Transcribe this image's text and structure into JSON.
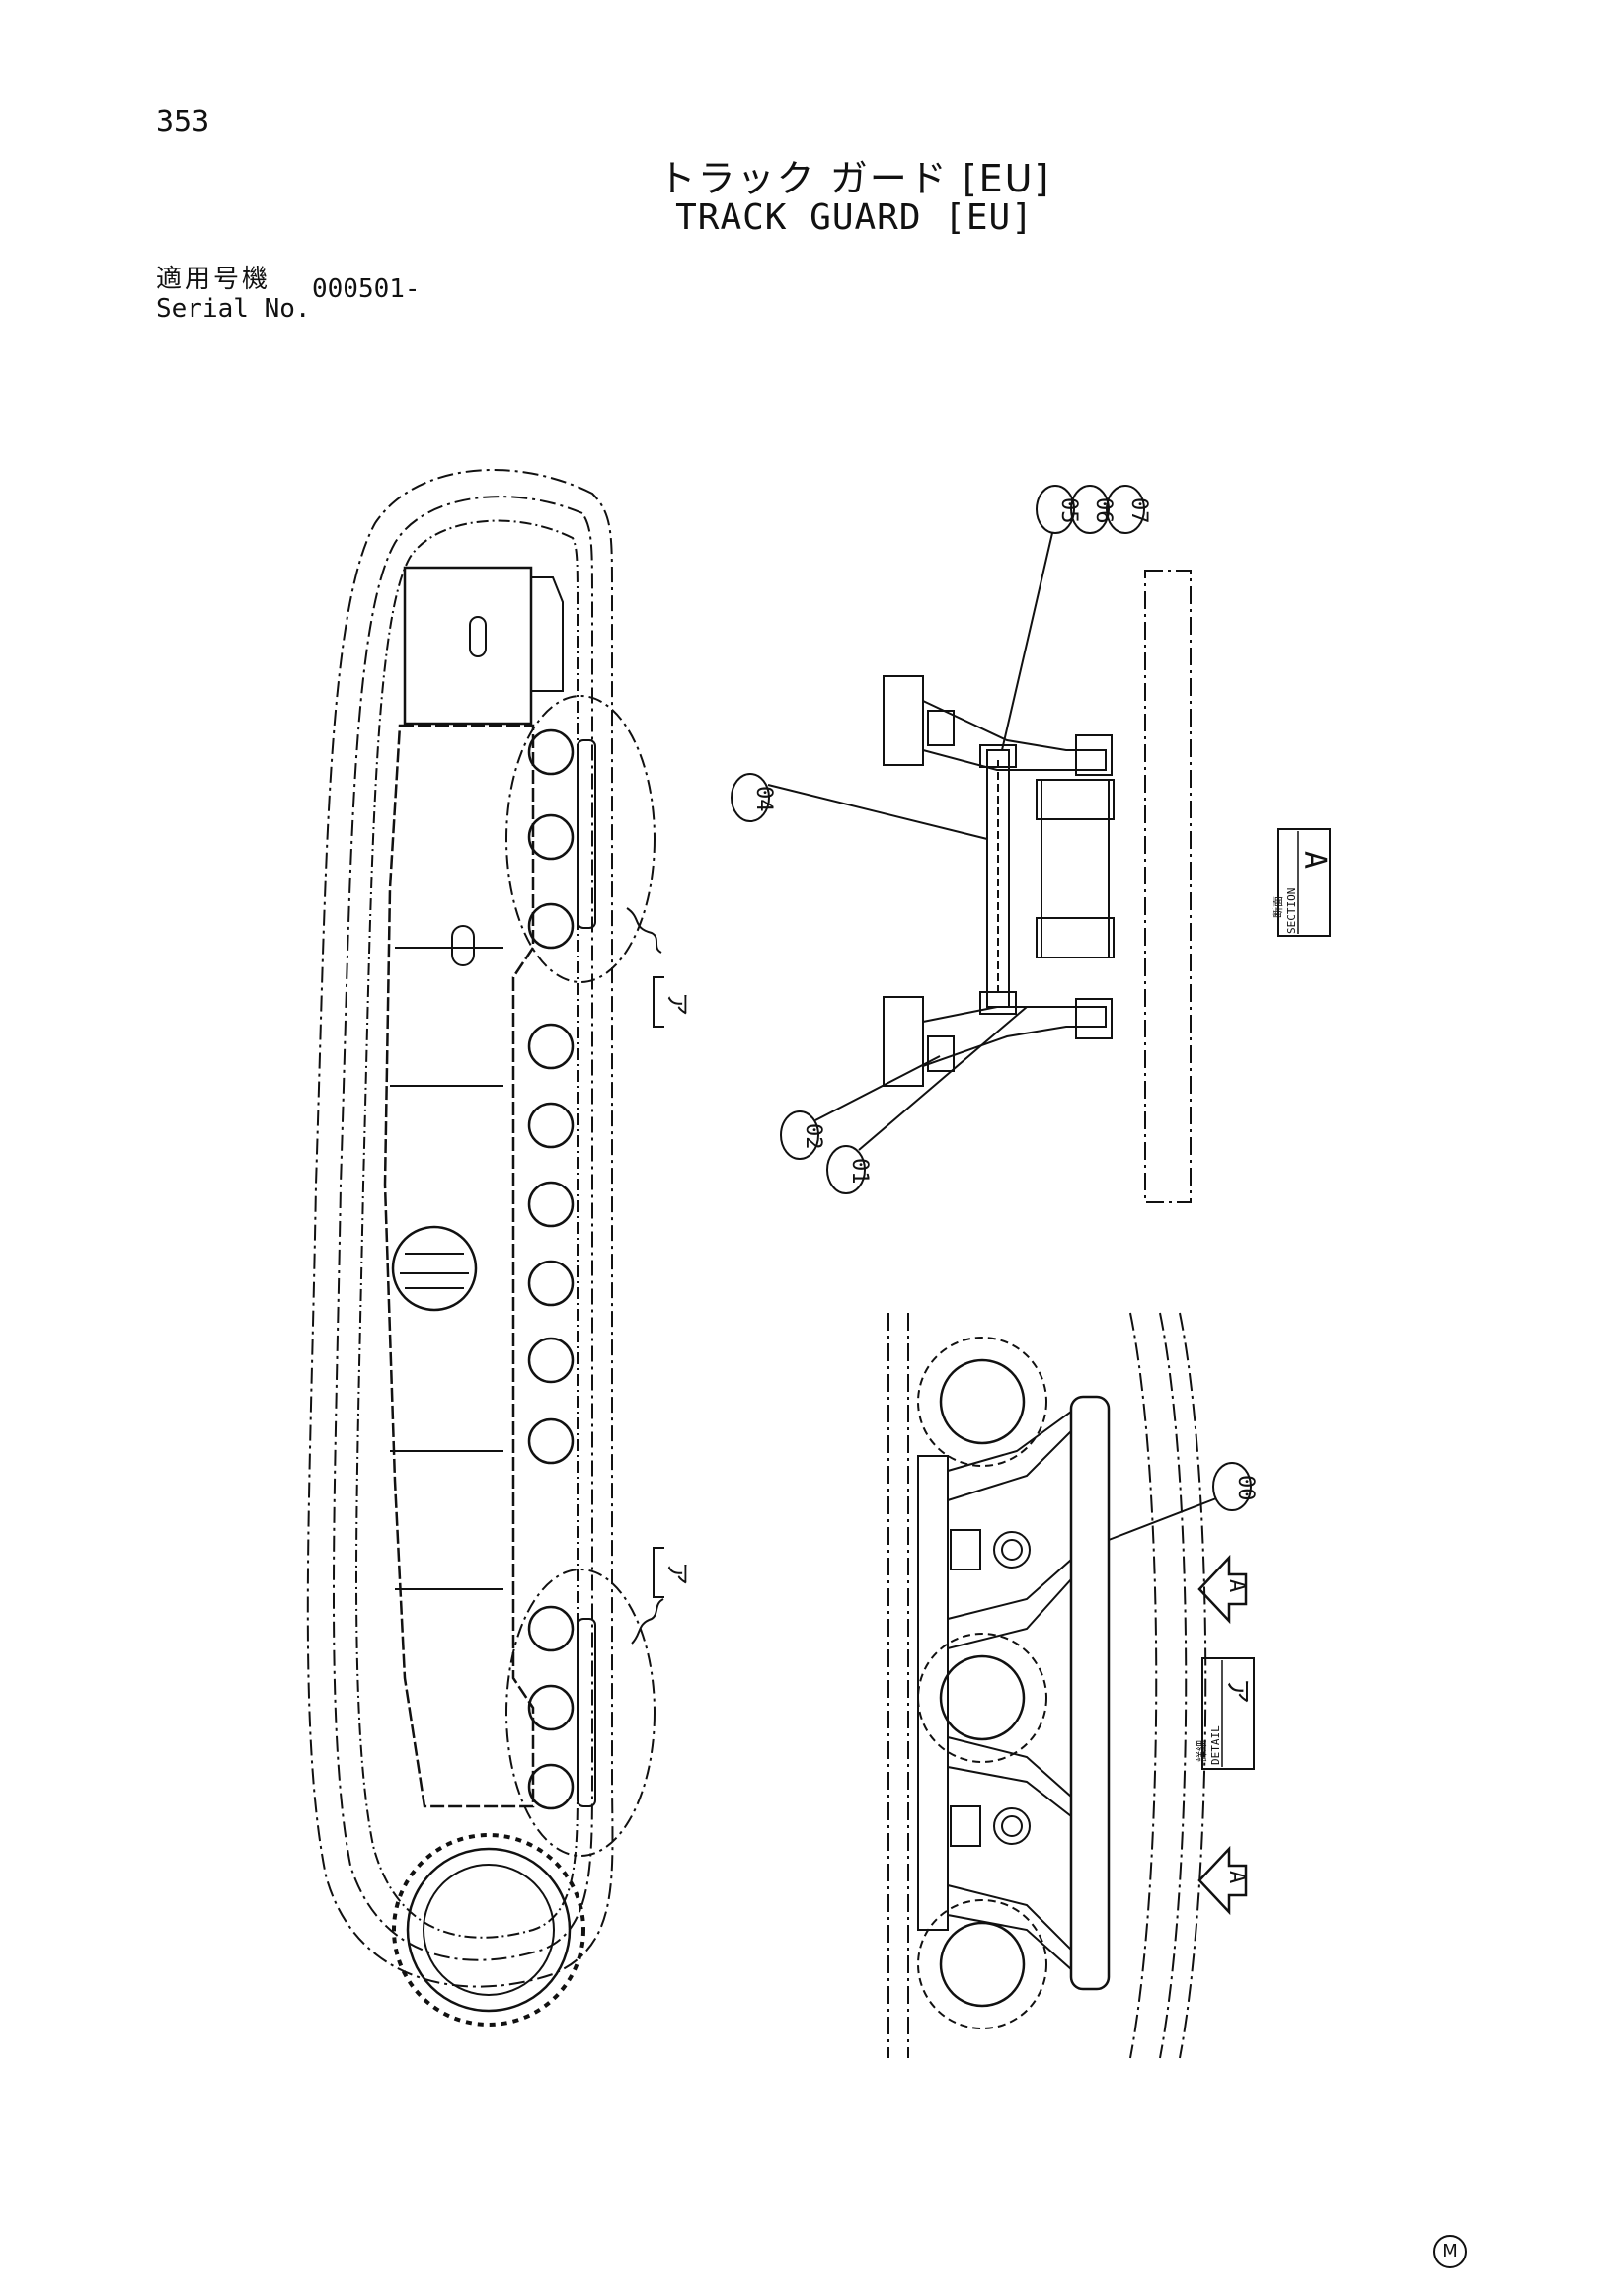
{
  "header": {
    "page_number": "353",
    "title_jp": "トラック ガード [EU]",
    "title_en": "TRACK GUARD [EU]",
    "serial_label_jp": "適用号機",
    "serial_label_en": "Serial No.",
    "serial_value": "000501-"
  },
  "callouts": {
    "c00": "00",
    "c01": "01",
    "c02": "02",
    "c04": "04",
    "c05": "05",
    "c06": "06",
    "c07": "07"
  },
  "detail_refs": {
    "detail_ref_1": "ア",
    "detail_ref_2": "ア"
  },
  "section_label": {
    "jp": "断面",
    "en": "SECTION",
    "letter": "A"
  },
  "detail_label": {
    "jp": "詳細",
    "en": "DETAIL",
    "letter": "ア"
  },
  "view_arrows": {
    "arrow_1": "A",
    "arrow_2": "A"
  },
  "footer": {
    "mark": "M"
  },
  "colors": {
    "ink": "#111111",
    "paper": "#ffffff"
  }
}
